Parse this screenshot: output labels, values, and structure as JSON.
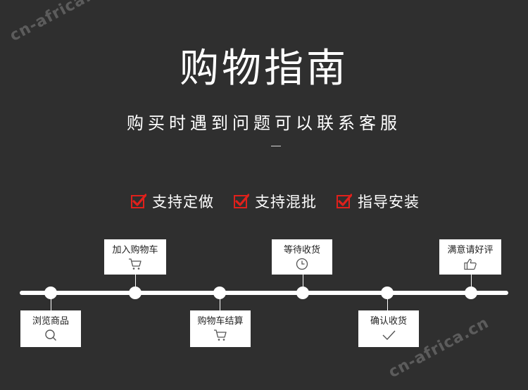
{
  "watermark": "cn-africa.cn",
  "title": "购物指南",
  "subtitle": "购买时遇到问题可以联系客服",
  "features": [
    {
      "label": "支持定做"
    },
    {
      "label": "支持混批"
    },
    {
      "label": "指导安装"
    }
  ],
  "steps": [
    {
      "label": "浏览商品",
      "icon": "search-icon",
      "position": "below"
    },
    {
      "label": "加入购物车",
      "icon": "cart-icon",
      "position": "above"
    },
    {
      "label": "购物车结算",
      "icon": "cart-icon",
      "position": "below"
    },
    {
      "label": "等待收货",
      "icon": "clock-icon",
      "position": "above"
    },
    {
      "label": "确认收货",
      "icon": "checkmark-icon",
      "position": "below"
    },
    {
      "label": "满意请好评",
      "icon": "thumbs-up-icon",
      "position": "above"
    }
  ],
  "colors": {
    "background": "#2f2f2f",
    "check_red": "#e0201b",
    "text": "#ffffff"
  }
}
